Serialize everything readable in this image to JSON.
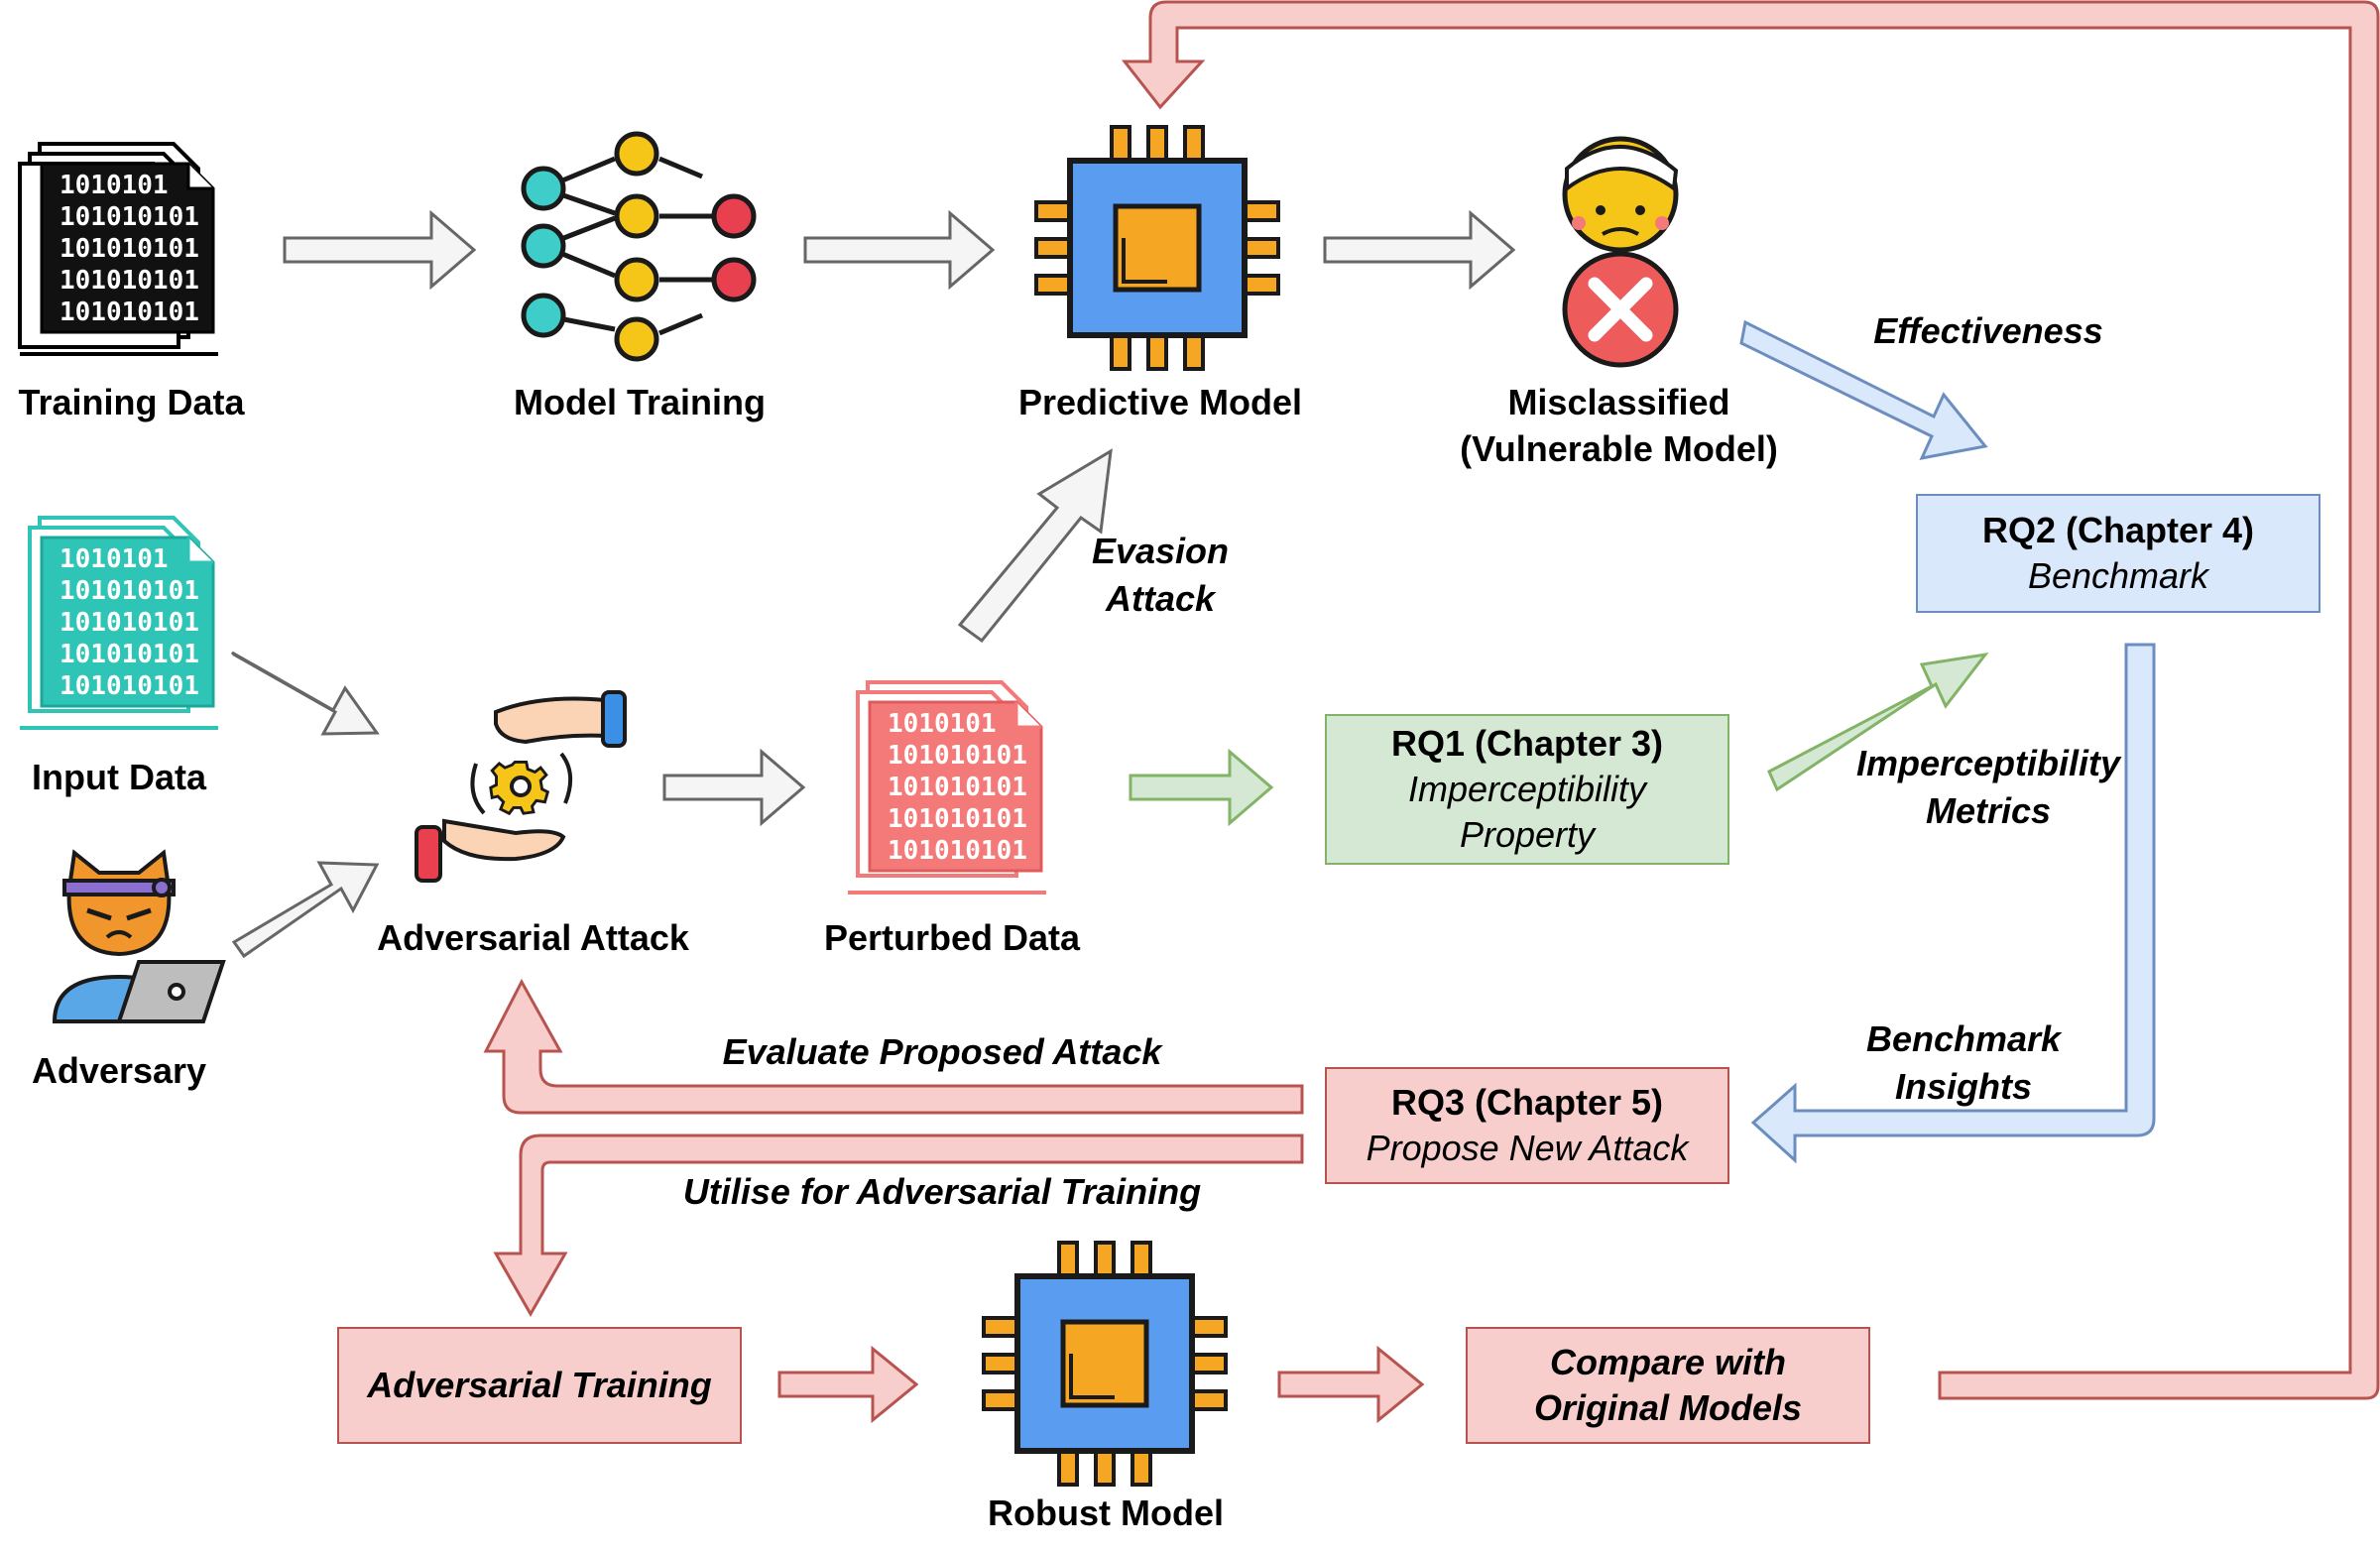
{
  "labels": {
    "training_data": "Training Data",
    "model_training": "Model Training",
    "predictive_model": "Predictive Model",
    "misclassified_line1": "Misclassified",
    "misclassified_line2": "(Vulnerable Model)",
    "input_data": "Input Data",
    "adversary": "Adversary",
    "adversarial_attack": "Adversarial Attack",
    "perturbed_data": "Perturbed Data",
    "robust_model": "Robust Model",
    "effectiveness": "Effectiveness",
    "evasion_line1": "Evasion",
    "evasion_line2": "Attack",
    "impercept_line1": "Imperceptibility",
    "impercept_line2": "Metrics",
    "benchmark_line1": "Benchmark",
    "benchmark_line2": "Insights",
    "evaluate_attack": "Evaluate Proposed Attack",
    "utilise_training": "Utilise for Adversarial Training"
  },
  "boxes": {
    "rq2_title": "RQ2 (Chapter 4)",
    "rq2_sub": "Benchmark",
    "rq1_title": "RQ1 (Chapter 3)",
    "rq1_sub1": "Imperceptibility",
    "rq1_sub2": "Property",
    "rq3_title": "RQ3 (Chapter 5)",
    "rq3_sub": "Propose New Attack",
    "adv_training": "Adversarial Training",
    "compare_line1": "Compare with",
    "compare_line2": "Original Models"
  },
  "binary_rows": [
    "1010101",
    "101010101",
    "101010101",
    "101010101",
    "101010101"
  ],
  "colors": {
    "blue_fill": "#dae8fc",
    "blue_stroke": "#6c8ebf",
    "green_fill": "#d5e8d4",
    "green_stroke": "#82b366",
    "red_fill": "#f8cecc",
    "red_stroke": "#b85450",
    "grey_fill": "#f5f5f5",
    "grey_stroke": "#666666",
    "chip_blue": "#5a9cf0",
    "chip_orange": "#f5a623",
    "teal": "#2ec4b6",
    "pink": "#f47a7a"
  },
  "icons": [
    "document-stack-icon",
    "neural-network-icon",
    "chip-icon",
    "sad-face-icon",
    "error-x-icon",
    "hands-gear-icon",
    "hacker-cat-icon"
  ]
}
